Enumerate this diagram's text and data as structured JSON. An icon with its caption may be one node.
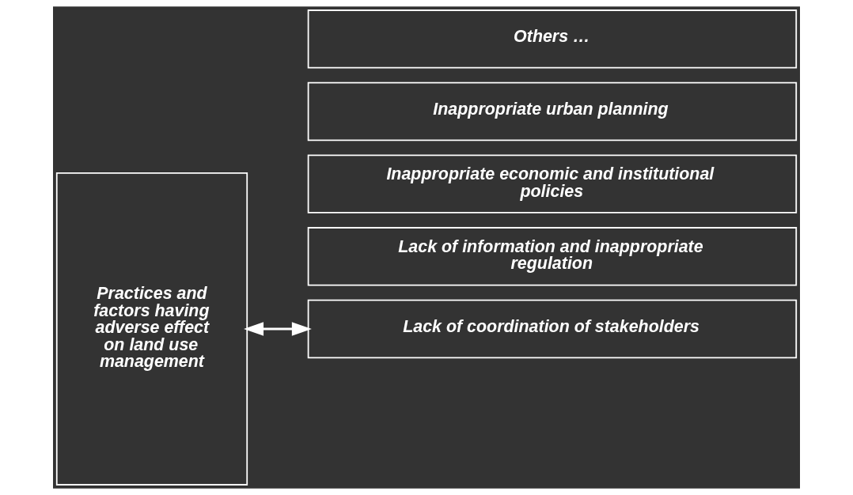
{
  "diagram": {
    "nodes": [
      {
        "text": [
          "Practices and factors having adverse effect on land use management"
        ]
      },
      {
        "text": [
          "Lack of information and inappropriate regulation"
        ]
      },
      {
        "text": [
          "Inappropriate economic and institutional policies"
        ]
      },
      {
        "text": [
          "Lack of coordination of stakeholders"
        ]
      },
      {
        "text": [
          "Inappropriate urban planning"
        ]
      },
      {
        "text": [
          "Others …"
        ]
      }
    ],
    "edges": [
      {
        "from": 0,
        "to": 3,
        "arrow": "both"
      }
    ]
  }
}
